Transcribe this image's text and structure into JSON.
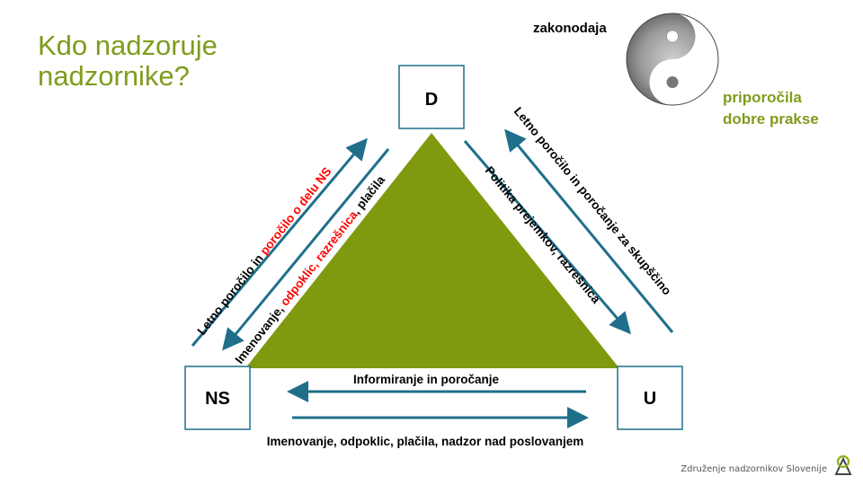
{
  "title": {
    "line1": "Kdo nadzoruje",
    "line2": "nadzornike?"
  },
  "nodes": {
    "d": "D",
    "ns": "NS",
    "u": "U"
  },
  "yin_yang": {
    "top_label": "zakonodaja",
    "side_line1": "priporočila",
    "side_line2": "dobre prakse"
  },
  "edges": {
    "ns_to_d": {
      "part1": "Letno poročilo in ",
      "part2": "poročilo o delu NS"
    },
    "d_to_ns": {
      "part1": "Imenovanje, ",
      "part2": "odpoklic, razrešnica",
      "part3": ", plačila"
    },
    "u_to_d": "Letno poročilo in poročanje za skupščino",
    "d_to_u": "Politika prejemkov, razrešnica",
    "u_to_ns": "Informiranje in poročanje",
    "ns_to_u": "Imenovanje, odpoklic, plačila, nadzor nad poslovanjem"
  },
  "footer": {
    "org": "Združenje nadzornikov Slovenije"
  },
  "colors": {
    "title": "#7f9c1c",
    "triangle": "#7f9a0f",
    "arrow": "#1f6f8b",
    "box_border": "#1f6f8b",
    "highlight": "#ff0000",
    "logo": "#8cb31c"
  }
}
